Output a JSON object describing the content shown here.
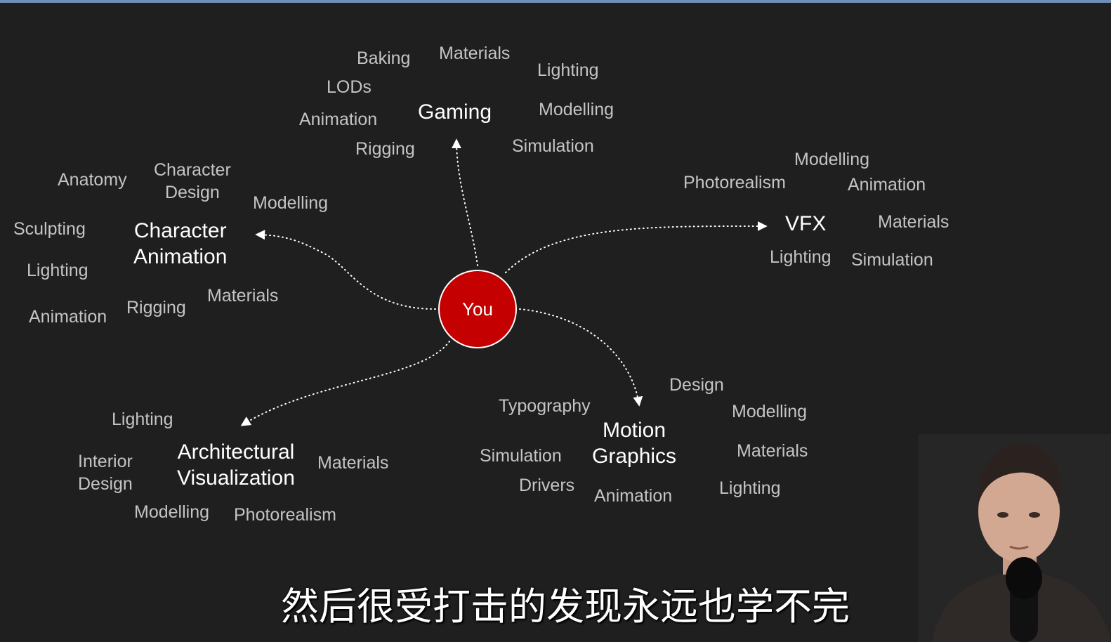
{
  "center": "You",
  "hubs": {
    "gaming": "Gaming",
    "vfx": "VFX",
    "character_animation": [
      "Character",
      "Animation"
    ],
    "arch_viz": [
      "Architectural",
      "Visualization"
    ],
    "motion_graphics": [
      "Motion",
      "Graphics"
    ]
  },
  "gaming_skills": [
    "Baking",
    "Materials",
    "Lighting",
    "LODs",
    "Animation",
    "Modelling",
    "Rigging",
    "Simulation"
  ],
  "vfx_skills": [
    "Modelling",
    "Photorealism",
    "Animation",
    "Materials",
    "Lighting",
    "Simulation"
  ],
  "character_skills": {
    "anatomy": "Anatomy",
    "character_design": [
      "Character",
      "Design"
    ],
    "modelling": "Modelling",
    "sculpting": "Sculpting",
    "lighting": "Lighting",
    "animation": "Animation",
    "rigging": "Rigging",
    "materials": "Materials"
  },
  "arch_skills": {
    "lighting": "Lighting",
    "interior_design": [
      "Interior",
      "Design"
    ],
    "materials": "Materials",
    "modelling": "Modelling",
    "photorealism": "Photorealism"
  },
  "motion_skills": [
    "Design",
    "Typography",
    "Modelling",
    "Simulation",
    "Materials",
    "Drivers",
    "Lighting",
    "Animation"
  ],
  "subtitle": "然后很受打击的发现永远也学不完",
  "colors": {
    "background": "#1f1f1f",
    "center_fill": "#c40000",
    "hub_text": "#ffffff",
    "skill_text": "#c4c4c4"
  }
}
